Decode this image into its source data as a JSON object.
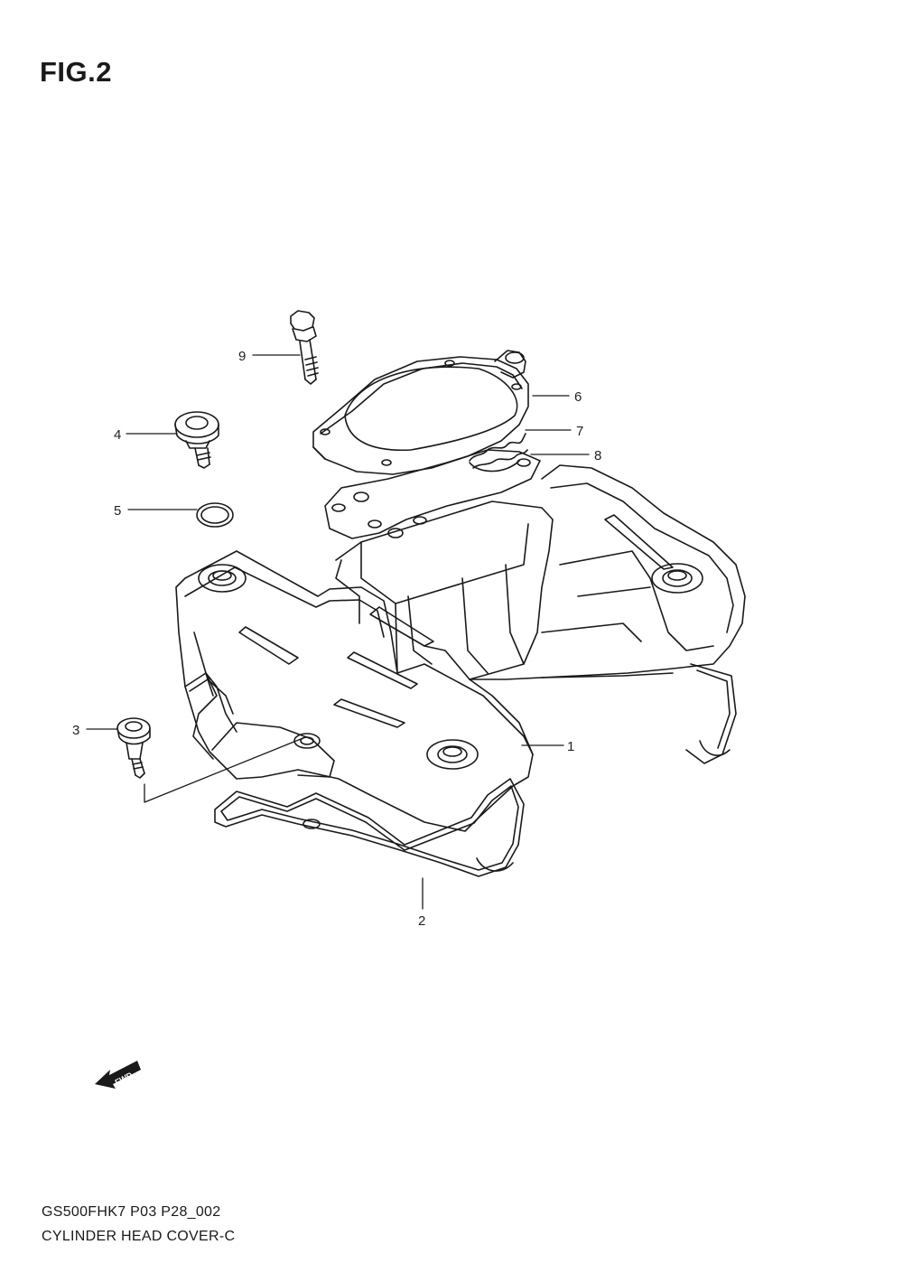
{
  "title": "FIG.2",
  "callouts": [
    {
      "id": "1",
      "label": "1"
    },
    {
      "id": "2",
      "label": "2"
    },
    {
      "id": "3",
      "label": "3"
    },
    {
      "id": "4",
      "label": "4"
    },
    {
      "id": "5",
      "label": "5"
    },
    {
      "id": "6",
      "label": "6"
    },
    {
      "id": "7",
      "label": "7"
    },
    {
      "id": "8",
      "label": "8"
    },
    {
      "id": "9",
      "label": "9"
    }
  ],
  "fwd_marker": "FWD",
  "footer": {
    "code": "GS500FHK7 P03 P28_002",
    "name": "CYLINDER HEAD COVER-C"
  }
}
